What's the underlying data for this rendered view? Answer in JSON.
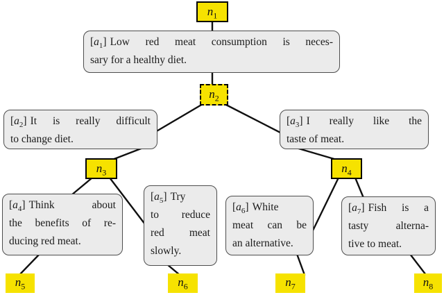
{
  "colors": {
    "node_fill": "#F6E200",
    "node_border": "#000000",
    "argument_fill": "#EBEBEB",
    "argument_border": "#4D4D4D",
    "edge": "#101010"
  },
  "nodes": [
    {
      "id": "n1",
      "name": "n",
      "sub": "1",
      "border": "solid"
    },
    {
      "id": "n2",
      "name": "n",
      "sub": "2",
      "border": "dashed"
    },
    {
      "id": "n3",
      "name": "n",
      "sub": "3",
      "border": "solid"
    },
    {
      "id": "n4",
      "name": "n",
      "sub": "4",
      "border": "solid"
    },
    {
      "id": "n5",
      "name": "n",
      "sub": "5",
      "border": "none"
    },
    {
      "id": "n6",
      "name": "n",
      "sub": "6",
      "border": "none"
    },
    {
      "id": "n7",
      "name": "n",
      "sub": "7",
      "border": "none"
    },
    {
      "id": "n8",
      "name": "n",
      "sub": "8",
      "border": "none"
    }
  ],
  "arguments": [
    {
      "id": "a1",
      "bracket_open": "[",
      "name": "a",
      "sub": "1",
      "bracket_close": "]",
      "lines": [
        "Low red meat consumption is neces-",
        "sary for a healthy diet."
      ]
    },
    {
      "id": "a2",
      "bracket_open": "[",
      "name": "a",
      "sub": "2",
      "bracket_close": "]",
      "lines": [
        "It is really difficult",
        "to change diet."
      ]
    },
    {
      "id": "a3",
      "bracket_open": "[",
      "name": "a",
      "sub": "3",
      "bracket_close": "]",
      "lines": [
        "I really like the",
        "taste of meat."
      ]
    },
    {
      "id": "a4",
      "bracket_open": "[",
      "name": "a",
      "sub": "4",
      "bracket_close": "]",
      "lines": [
        "Think about",
        "the benefits of re-",
        "ducing red meat."
      ]
    },
    {
      "id": "a5",
      "bracket_open": "[",
      "name": "a",
      "sub": "5",
      "bracket_close": "]",
      "lines": [
        "Try",
        "to reduce",
        "red meat",
        "slowly."
      ]
    },
    {
      "id": "a6",
      "bracket_open": "[",
      "name": "a",
      "sub": "6",
      "bracket_close": "]",
      "lines": [
        "White",
        "meat can be",
        "an alternative."
      ]
    },
    {
      "id": "a7",
      "bracket_open": "[",
      "name": "a",
      "sub": "7",
      "bracket_close": "]",
      "lines": [
        "Fish is a",
        "tasty alterna-",
        "tive to meat."
      ]
    }
  ],
  "edges": [
    {
      "from": "n1",
      "to": "a1"
    },
    {
      "from": "a1",
      "to": "n2"
    },
    {
      "from": "n2",
      "to": "a2"
    },
    {
      "from": "n2",
      "to": "a3"
    },
    {
      "from": "a2",
      "to": "n3"
    },
    {
      "from": "a3",
      "to": "n4"
    },
    {
      "from": "n3",
      "to": "a4"
    },
    {
      "from": "n3",
      "to": "a5"
    },
    {
      "from": "n4",
      "to": "a6"
    },
    {
      "from": "n4",
      "to": "a7"
    },
    {
      "from": "a4",
      "to": "n5"
    },
    {
      "from": "a5",
      "to": "n6"
    },
    {
      "from": "a6",
      "to": "n7"
    },
    {
      "from": "a7",
      "to": "n8"
    }
  ]
}
